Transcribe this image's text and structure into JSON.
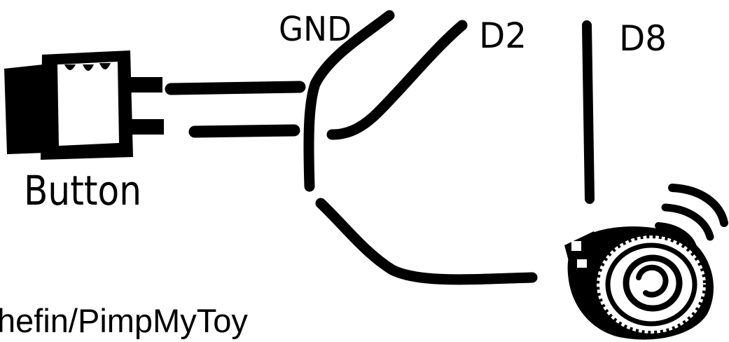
{
  "labels": {
    "gnd": "GND",
    "d2": "D2",
    "d8": "D8",
    "button": "Button"
  },
  "footer": {
    "text": "hefin/PimpMyToy"
  },
  "icons": {
    "button": "push-button-icon",
    "buzzer": "piezo-buzzer-icon"
  },
  "colors": {
    "ink": "#000000",
    "background": "#ffffff"
  }
}
